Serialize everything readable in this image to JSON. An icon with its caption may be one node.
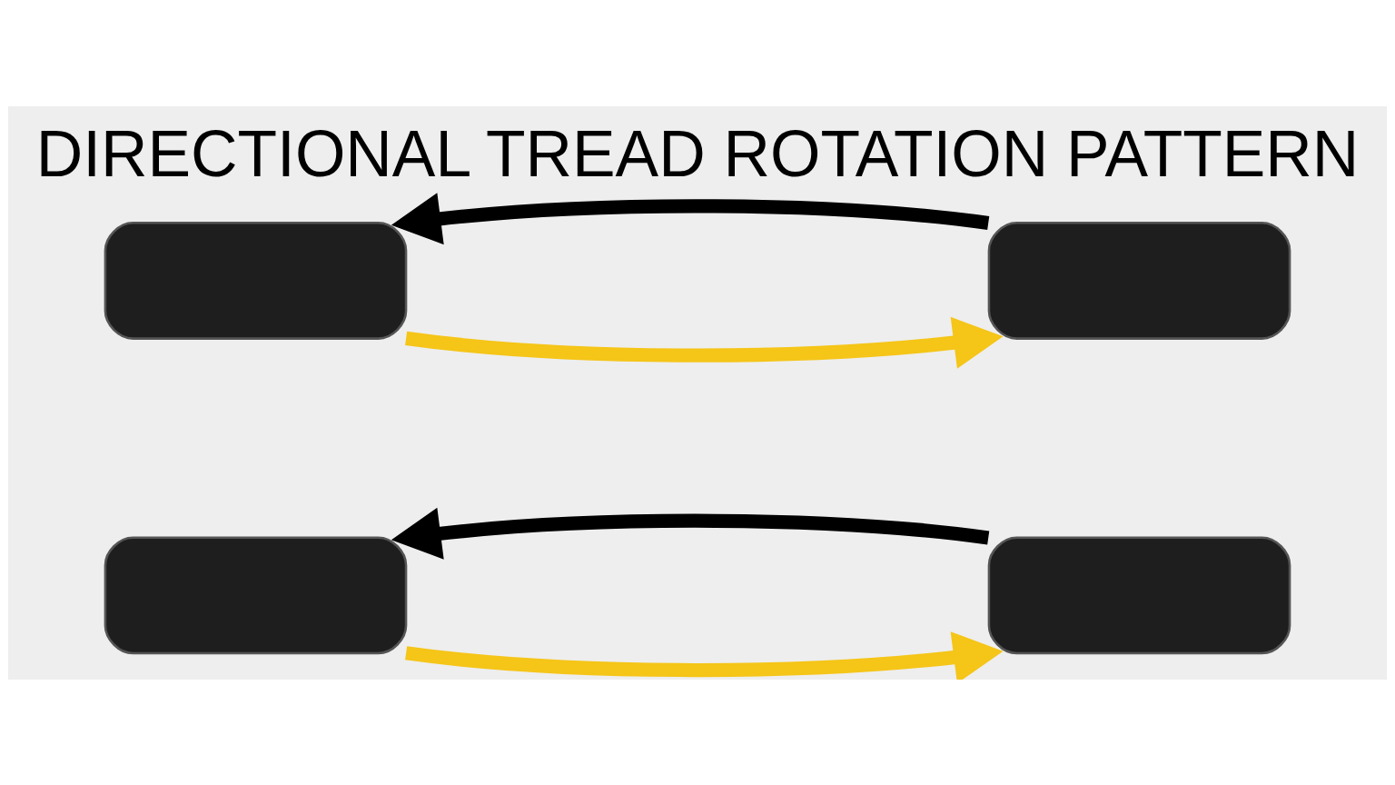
{
  "diagram": {
    "title": "DIRECTIONAL TREAD ROTATION PATTERN",
    "nodes": [
      {
        "text": [],
        "shape": "box"
      },
      {
        "text": [],
        "shape": "box"
      },
      {
        "text": [],
        "shape": "box"
      },
      {
        "text": [],
        "shape": "box"
      }
    ],
    "edges": [
      {
        "from": 0,
        "to": 1,
        "arrow": "to",
        "color": "#f5c518"
      },
      {
        "from": 1,
        "to": 0,
        "arrow": "to",
        "color": "#000000"
      },
      {
        "from": 3,
        "to": 2,
        "arrow": "to",
        "color": "#000000"
      },
      {
        "from": 2,
        "to": 3,
        "arrow": "to",
        "color": "#f5c518"
      }
    ]
  }
}
